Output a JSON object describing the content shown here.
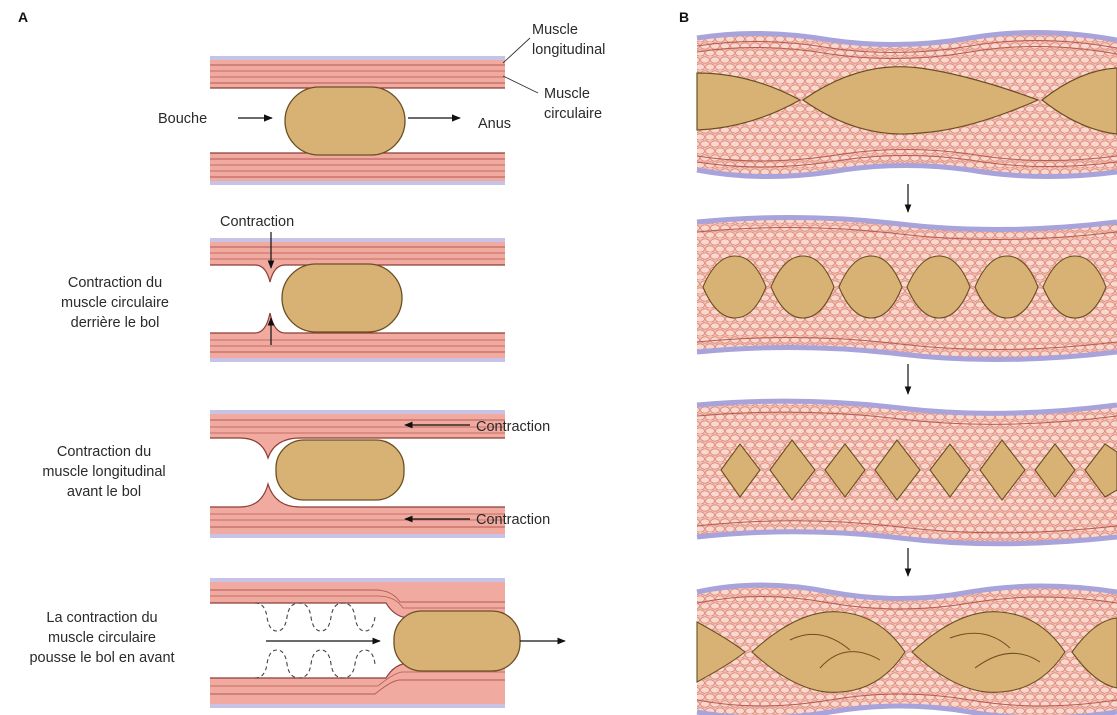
{
  "panel_a": {
    "letter": "A",
    "step1": {
      "label_longitudinal": [
        "Muscle",
        "longitudinal"
      ],
      "label_circular": [
        "Muscle",
        "circulaire"
      ],
      "label_mouth": "Bouche",
      "label_anus": "Anus"
    },
    "step2": {
      "top_label": "Contraction",
      "caption": [
        "Contraction du",
        "muscle circulaire",
        "derrière le bol"
      ]
    },
    "step3": {
      "caption": [
        "Contraction du",
        "muscle longitudinal",
        "avant le bol"
      ],
      "label_top": "Contraction",
      "label_bottom": "Contraction"
    },
    "step4": {
      "caption": [
        "La contraction du",
        "muscle circulaire",
        "pousse le bol en avant"
      ]
    }
  },
  "panel_b": {
    "letter": "B"
  },
  "colors": {
    "bolus": "#d8b274",
    "bolus_stroke": "#6b4f22",
    "muscle": "#f0aaa0",
    "muscle_line": "#b45b52",
    "serosa": "#c6c3e6",
    "arrow": "#111111"
  }
}
